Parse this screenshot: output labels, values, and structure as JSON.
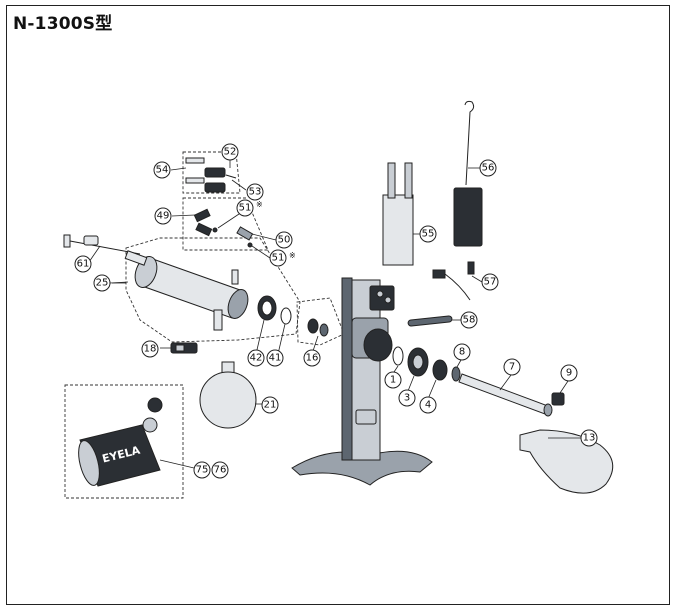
{
  "title": "N-1300S型",
  "logo_text": "EYELA",
  "callouts": {
    "p1": "1",
    "p3": "3",
    "p4": "4",
    "p7": "7",
    "p8": "8",
    "p9": "9",
    "p13": "13",
    "p16": "16",
    "p18": "18",
    "p21": "21",
    "p25": "25",
    "p41": "41",
    "p42": "42",
    "p49": "49",
    "p50": "50",
    "p51a": "51",
    "p51b": "51",
    "p52": "52",
    "p53": "53",
    "p54": "54",
    "p55": "55",
    "p56": "56",
    "p57": "57",
    "p58": "58",
    "p61": "61",
    "p75": "75",
    "p76": "76"
  },
  "marks": {
    "asterisk_a": "※",
    "asterisk_b": "※"
  }
}
